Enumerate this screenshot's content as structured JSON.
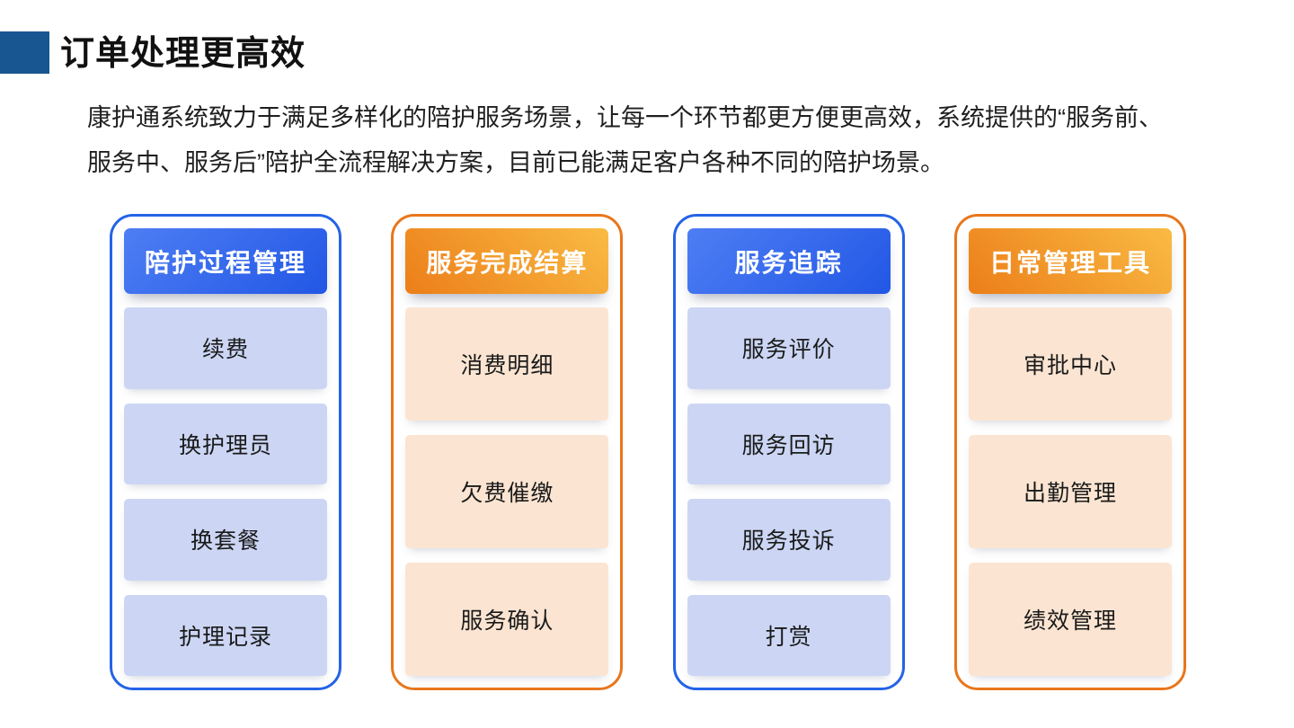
{
  "slide": {
    "title": "订单处理更高效",
    "intro_line1": "康护通系统致力于满足多样化的陪护服务场景，让每一个环节都更方便更高效，系统提供的“服务前、",
    "intro_line2": "服务中、服务后”陪护全流程解决方案，目前已能满足客户各种不同的陪护场景。"
  },
  "colors": {
    "title_accent": "#175691",
    "blue_border": "#2463e6",
    "blue_header_from": "#4e7ef4",
    "blue_header_to": "#2257e5",
    "blue_item_bg": "#ccd6f4",
    "orange_border": "#e8761c",
    "orange_header_from": "#f9bb44",
    "orange_header_to": "#ec7e19",
    "orange_item_bg": "#fbe5d2"
  },
  "columns": [
    {
      "theme": "blue",
      "header": "陪护过程管理",
      "items": [
        "续费",
        "换护理员",
        "换套餐",
        "护理记录"
      ]
    },
    {
      "theme": "orange",
      "header": "服务完成结算",
      "items": [
        "消费明细",
        "欠费催缴",
        "服务确认"
      ]
    },
    {
      "theme": "blue",
      "header": "服务追踪",
      "items": [
        "服务评价",
        "服务回访",
        "服务投诉",
        "打赏"
      ]
    },
    {
      "theme": "orange",
      "header": "日常管理工具",
      "items": [
        "审批中心",
        "出勤管理",
        "绩效管理"
      ]
    }
  ]
}
